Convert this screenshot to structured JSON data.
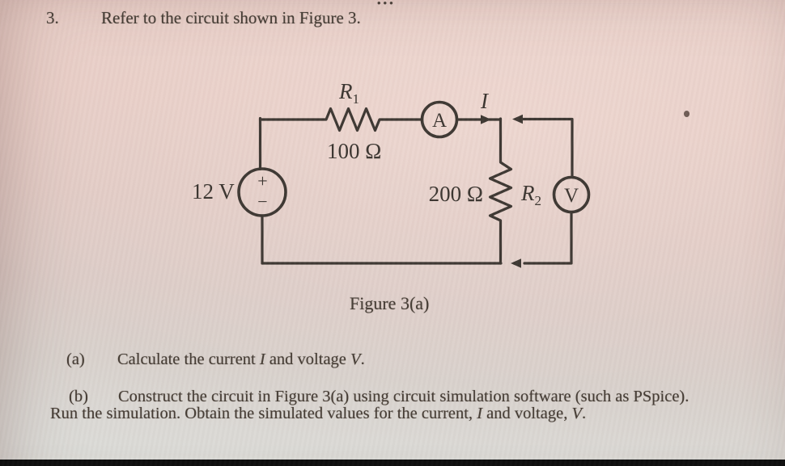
{
  "page": {
    "problem_number": "3.",
    "title": "Refer to the circuit shown in Figure 3.",
    "annotation_dots": "•••"
  },
  "circuit": {
    "r1_label": "R",
    "r1_sub": "1",
    "r1_value": "100 Ω",
    "ammeter_label": "A",
    "current_label": "I",
    "source_value": "12 V",
    "source_plus": "+",
    "source_minus": "−",
    "r2_value": "200 Ω",
    "r2_label": "R",
    "r2_sub": "2",
    "voltmeter_label": "V",
    "caption": "Figure 3(a)"
  },
  "questions": {
    "a_label": "(a)",
    "a_text_1": "Calculate the current ",
    "a_italic_1": "I",
    "a_text_2": " and voltage ",
    "a_italic_2": "V",
    "a_text_3": ".",
    "b_label": "(b)",
    "b_line1": "Construct the circuit in Figure 3(a) using circuit simulation software (such as PSpice).",
    "b_line2_1": "Run the simulation. Obtain the simulated values for the current, ",
    "b_line2_i1": "I",
    "b_line2_2": " and voltage, ",
    "b_line2_i2": "V",
    "b_line2_3": "."
  },
  "colors": {
    "ink": "#3e3833",
    "paper_pink": "#e8cec7",
    "paper_gray": "#dcddd9",
    "bottom_bar": "#0d0d0d"
  }
}
